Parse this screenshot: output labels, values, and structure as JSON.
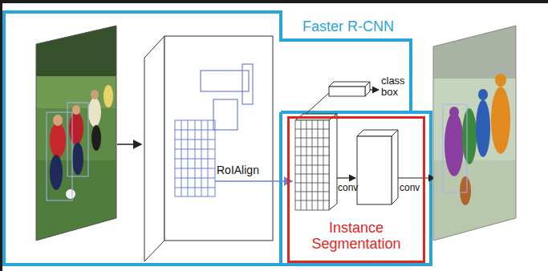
{
  "diagram": {
    "nodes": [
      {
        "text": [
          "Faster R-CNN"
        ]
      },
      {
        "text": [
          "Instance Segmentation"
        ]
      }
    ],
    "labels": [
      "class box",
      "RoIAlign",
      "conv",
      "conv"
    ]
  }
}
